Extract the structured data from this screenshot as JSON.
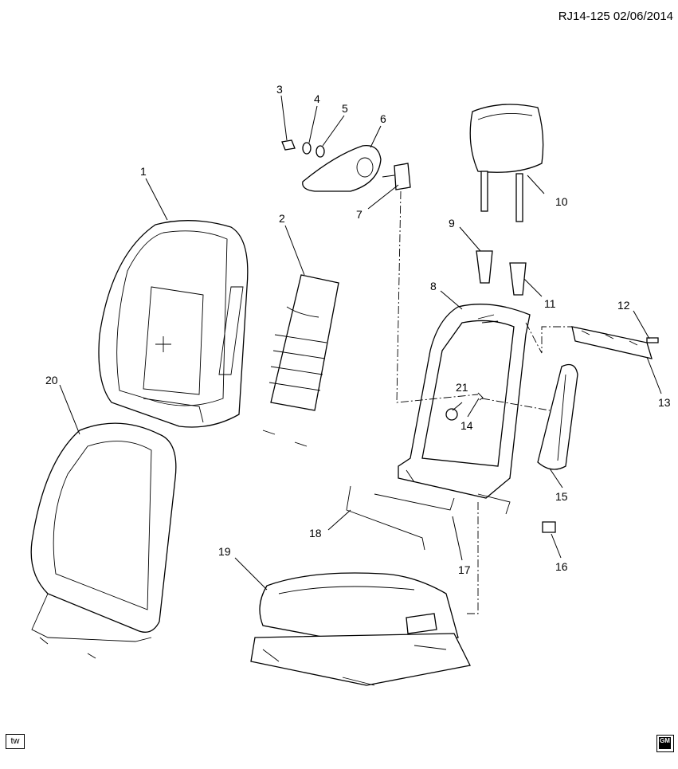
{
  "header": {
    "reference": "RJ14-125  02/06/2014"
  },
  "footer": {
    "tw_label": "tw",
    "logo_text": "GM"
  },
  "callouts": [
    "1",
    "2",
    "3",
    "4",
    "5",
    "6",
    "7",
    "8",
    "9",
    "10",
    "11",
    "12",
    "13",
    "14",
    "15",
    "16",
    "17",
    "18",
    "19",
    "20",
    "21"
  ]
}
